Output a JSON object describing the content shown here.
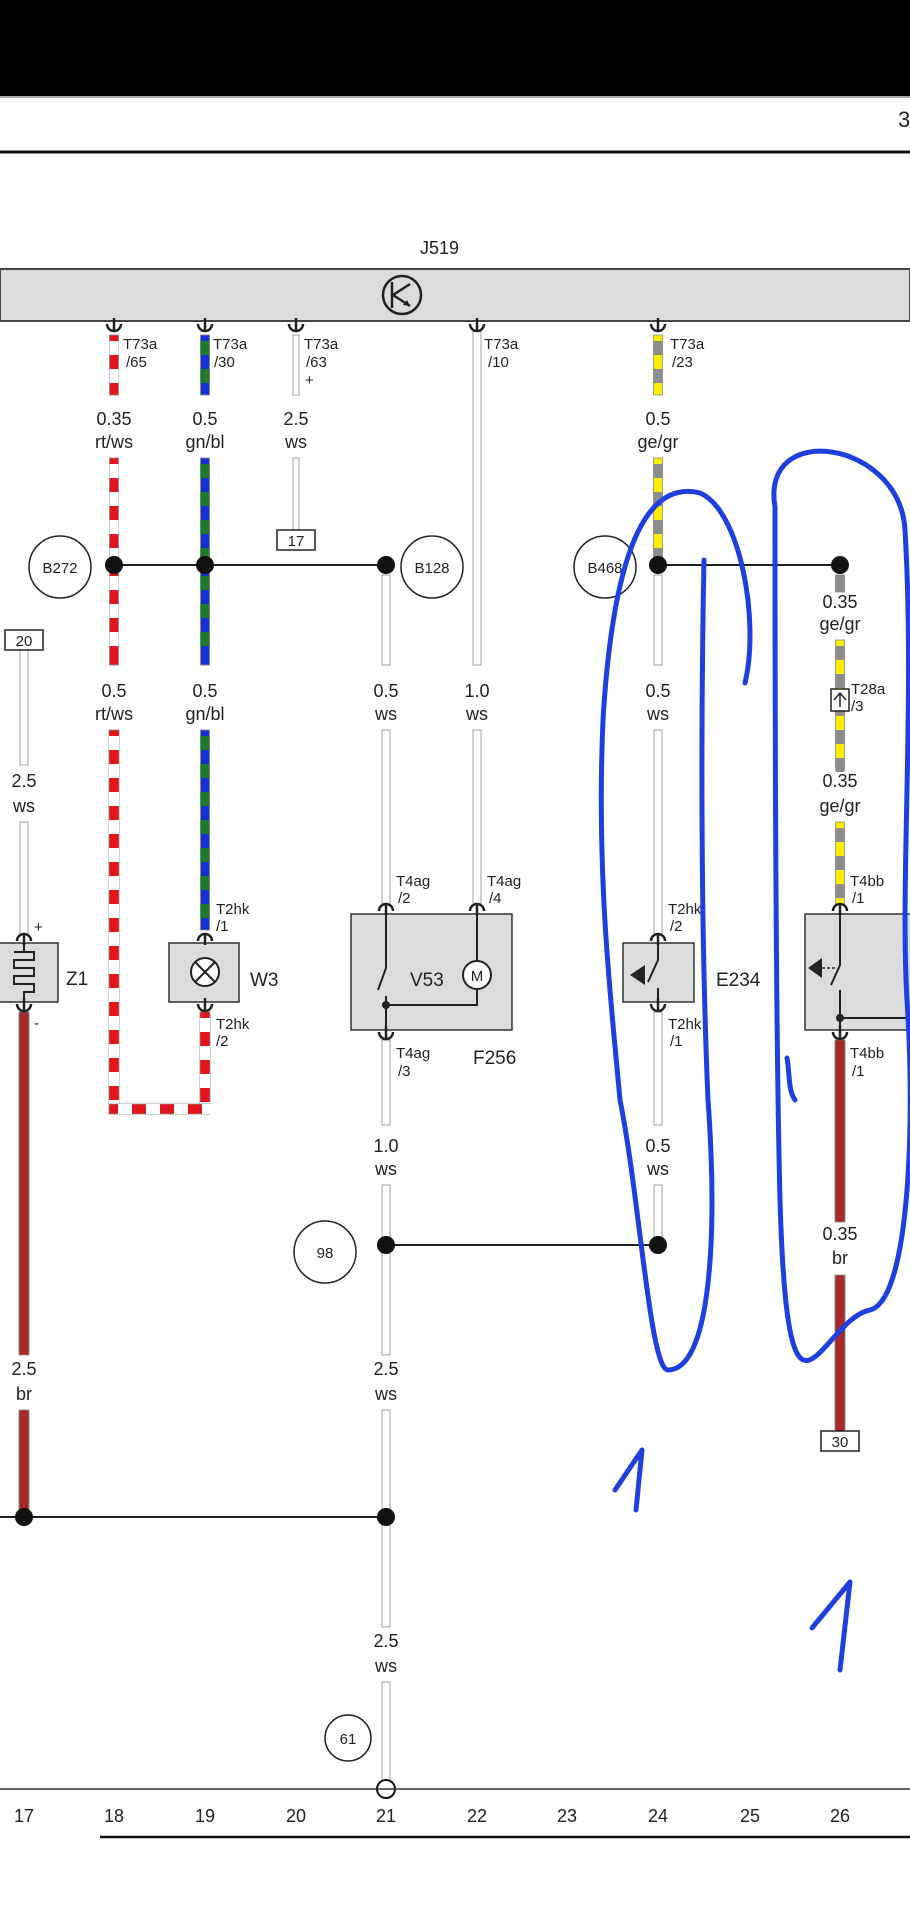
{
  "header": {
    "corner_glyph": "3"
  },
  "control_unit": {
    "label": "J519"
  },
  "columns": [
    "17",
    "18",
    "19",
    "20",
    "21",
    "22",
    "23",
    "24",
    "25",
    "26"
  ],
  "connectors_top": [
    {
      "id": "c18",
      "pin": "T73a",
      "num": "/65",
      "extra": ""
    },
    {
      "id": "c19",
      "pin": "T73a",
      "num": "/30",
      "extra": ""
    },
    {
      "id": "c20",
      "pin": "T73a",
      "num": "/63",
      "extra": "+"
    },
    {
      "id": "c22",
      "pin": "T73a",
      "num": "/10",
      "extra": ""
    },
    {
      "id": "c24",
      "pin": "T73a",
      "num": "/23",
      "extra": ""
    }
  ],
  "wire_labels": {
    "w18a": {
      "size": "0.35",
      "color": "rt/ws"
    },
    "w19a": {
      "size": "0.5",
      "color": "gn/bl"
    },
    "w20a": {
      "size": "2.5",
      "color": "ws"
    },
    "w24a": {
      "size": "0.5",
      "color": "ge/gr"
    },
    "w26a": {
      "size": "0.35",
      "color": "ge/gr"
    },
    "w17": {
      "size": "2.5",
      "color": "ws"
    },
    "w18b": {
      "size": "0.5",
      "color": "rt/ws"
    },
    "w19b": {
      "size": "0.5",
      "color": "gn/bl"
    },
    "w21a": {
      "size": "0.5",
      "color": "ws"
    },
    "w22": {
      "size": "1.0",
      "color": "ws"
    },
    "w24b": {
      "size": "0.5",
      "color": "ws"
    },
    "w26b": {
      "size": "0.35",
      "color": "ge/gr"
    },
    "w21b": {
      "size": "1.0",
      "color": "ws"
    },
    "w24c": {
      "size": "0.5",
      "color": "ws"
    },
    "w26c": {
      "size": "0.35",
      "color": "br"
    },
    "w17b": {
      "size": "2.5",
      "color": "br"
    },
    "w21c": {
      "size": "2.5",
      "color": "ws"
    },
    "w21d": {
      "size": "2.5",
      "color": "ws"
    }
  },
  "ground_boxes": {
    "g20a": "20",
    "g17": "17",
    "g30": "30"
  },
  "nodes": {
    "B272": "B272",
    "B128": "B128",
    "B468": "B468",
    "n98": "98",
    "n61": "61"
  },
  "components": {
    "Z1": {
      "name": "Z1",
      "pin_top": "+",
      "pin_bottom": "-"
    },
    "W3": {
      "name": "W3",
      "pin_top": "T2hk",
      "pin_top_num": "/1",
      "pin_bottom": "T2hk",
      "pin_bottom_num": "/2"
    },
    "V53": {
      "name": "V53",
      "motor": "M",
      "pin_t1": "T4ag",
      "pin_t1_num": "/2",
      "pin_t2": "T4ag",
      "pin_t2_num": "/4",
      "pin_bottom": "T4ag",
      "pin_bottom_num": "/3",
      "second": "F256"
    },
    "E234": {
      "name": "E234",
      "pin_top": "T2hk",
      "pin_top_num": "/2",
      "pin_bottom": "T2hk",
      "pin_bottom_num": "/1"
    },
    "T28a": {
      "pin": "T28a",
      "num": "/3"
    },
    "S26": {
      "pin_top": "T4bb",
      "pin_top_num": "/1",
      "pin_bottom": "T4bb",
      "pin_bottom_num": "/1"
    }
  },
  "annotations": {
    "mark1": "1",
    "mark2": "1"
  },
  "colors": {
    "red": "#e3141b",
    "blue": "#1530d8",
    "green": "#1f7a2a",
    "yellow": "#ffee00",
    "gray": "#8c8c8c",
    "brown": "#a52a2a",
    "ink": "#2a52e8",
    "bar": "#dcdcdc"
  }
}
